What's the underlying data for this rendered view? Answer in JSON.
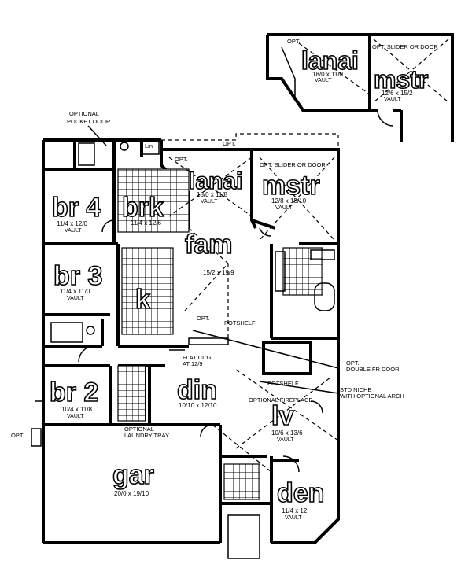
{
  "inset": {
    "lanai": {
      "name": "lanai",
      "dim": "18/0 x 11/0",
      "vault": "VAULT"
    },
    "mstr": {
      "name": "mstr",
      "dim": "12/6 x 15/2",
      "vault": "VAULT"
    },
    "opt": "OPT.",
    "slider": "OPT. SLIDER OR DOOR"
  },
  "rooms": {
    "br4": {
      "name": "br 4",
      "dim": "11/4 x 12/0",
      "vault": "VAULT"
    },
    "brk": {
      "name": "brk",
      "dim": "11/4 x 12/6"
    },
    "lanai": {
      "name": "lanai",
      "dim": "18/0 x 11/8",
      "vault": "VAULT"
    },
    "mstr": {
      "name": "mstr",
      "dim": "12/8 x 15/10",
      "vault": "VAULT"
    },
    "fam": {
      "name": "fam",
      "dim": "15/2 x 19/9"
    },
    "br3": {
      "name": "br 3",
      "dim": "11/4 x 11/0",
      "vault": "VAULT"
    },
    "k": {
      "name": "k"
    },
    "br2": {
      "name": "br 2",
      "dim": "10/4 x 11/8",
      "vault": "VAULT"
    },
    "din": {
      "name": "din",
      "dim": "10/10 x 12/10"
    },
    "lv": {
      "name": "lv",
      "dim": "10/6 x 13/6",
      "vault": "VAULT"
    },
    "gar": {
      "name": "gar",
      "dim": "20/0 x 19/10"
    },
    "den": {
      "name": "den",
      "dim": "11/4 x 12",
      "vault": "VAULT"
    }
  },
  "notes": {
    "pocket1": "OPTIONAL",
    "pocket2": "POCKET DOOR",
    "lin": "Lin",
    "opt_top": "OPT.",
    "opt_lanai": "OPT.",
    "slider": "OPT. SLIDER OR DOOR",
    "opt_k": "OPT.",
    "potshelf1": "POTSHELF",
    "potshelf2": "POTSHELF",
    "flat1": "FLAT CL'G",
    "flat2": "AT 12/9",
    "dbl1": "OPT.",
    "dbl2": "DOUBLE FR DOOR",
    "niche1": "STD NICHE",
    "niche2": "WITH OPTIONAL ARCH",
    "fireplace": "OPTIONAL FIREPLACE",
    "laundry1": "OPTIONAL",
    "laundry2": "LAUNDRY TRAY",
    "opt_gar": "OPT."
  }
}
